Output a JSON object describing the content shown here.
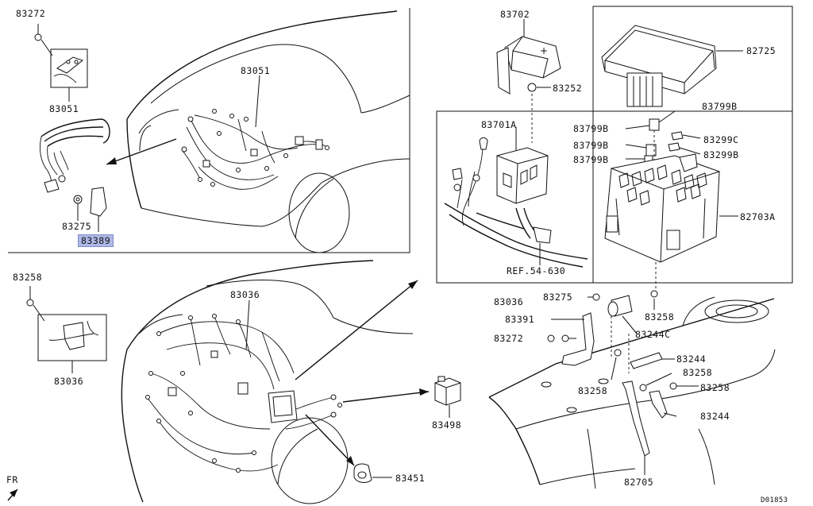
{
  "labels": {
    "p83272_a": "83272",
    "p83051_a": "83051",
    "p83051_b": "83051",
    "p83275_a": "83275",
    "p83389": "83389",
    "p83258_a": "83258",
    "p83036_a": "83036",
    "p83036_b": "83036",
    "p83498": "83498",
    "p83451": "83451",
    "p83702": "83702",
    "p83252": "83252",
    "p83701A": "83701A",
    "ref": "REF.54-630",
    "p83036_c": "83036",
    "p82725": "82725",
    "p83799B_a": "83799B",
    "p83799B_b": "83799B",
    "p83799B_c": "83799B",
    "p83799B_d": "83799B",
    "p83299C": "83299C",
    "p83299B": "83299B",
    "p82703A": "82703A",
    "p83275_b": "83275",
    "p83258_b": "83258",
    "p83391": "83391",
    "p83244C": "83244C",
    "p83272_b": "83272",
    "p83244_a": "83244",
    "p83258_c": "83258",
    "p83258_d": "83258",
    "p83258_e": "83258",
    "p83244_b": "83244",
    "p82705": "82705",
    "fr": "FR",
    "code": "D01853"
  },
  "colors": {
    "line": "#111111",
    "highlight": "#aeb8e6"
  }
}
